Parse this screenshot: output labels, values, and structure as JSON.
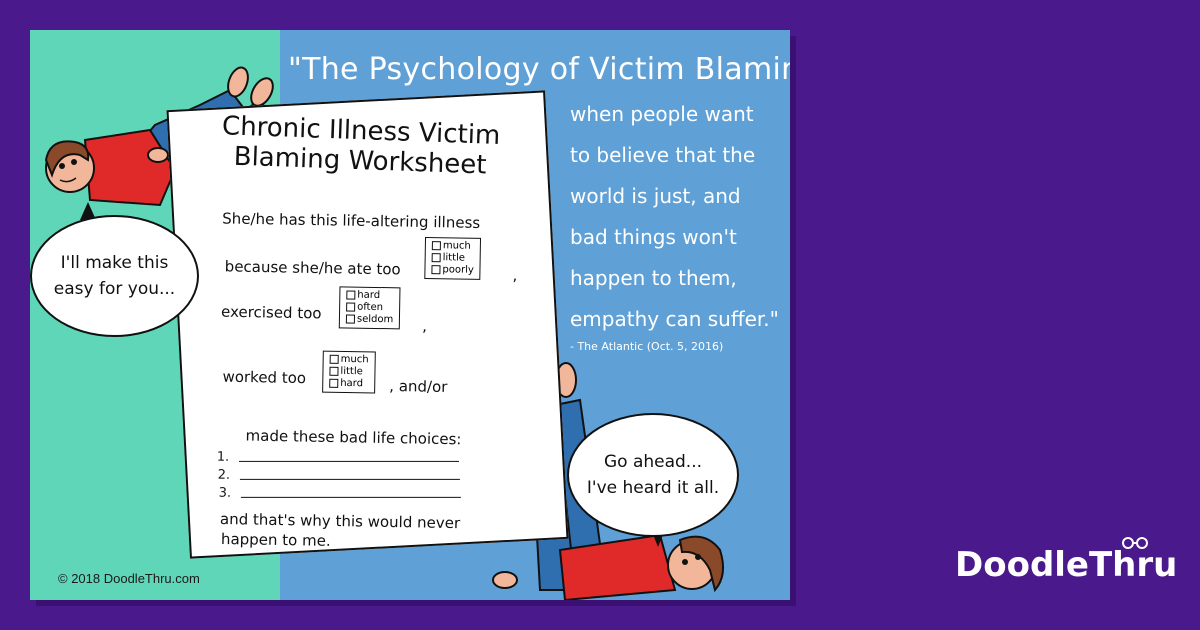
{
  "quote": {
    "title": "\"The Psychology of Victim Blaming:",
    "lines": [
      "when people want",
      "to believe that the",
      "world is just, and",
      "bad things won't",
      "happen to them,",
      "empathy can suffer.\""
    ],
    "attribution": "- The Atlantic (Oct. 5, 2016)"
  },
  "worksheet": {
    "title_line1": "Chronic Illness Victim",
    "title_line2": "Blaming Worksheet",
    "line1": "She/he has this life-altering illness",
    "line2": "because she/he ate too",
    "line3": "exercised too",
    "line4": "worked too",
    "line4_suffix": ", and/or",
    "line5": "made these bad life choices:",
    "ate_options": [
      "much",
      "little",
      "poorly"
    ],
    "exercise_options": [
      "hard",
      "often",
      "seldom"
    ],
    "work_options": [
      "much",
      "little",
      "hard"
    ],
    "numbers": [
      "1.",
      "2.",
      "3."
    ],
    "closing_line1": "and that's why this would never",
    "closing_line2": "happen to me.",
    "comma": ","
  },
  "bubbles": {
    "left_line1": "I'll make this",
    "left_line2": "easy for you...",
    "right_line1": "Go ahead...",
    "right_line2": "I've heard it all."
  },
  "copyright": "© 2018 DoodleThru.com",
  "logo": "DoodleThru",
  "colors": {
    "background": "#4a1a8c",
    "teal": "#5fd6b8",
    "blue": "#5fa0d6",
    "shirt": "#e02a2a",
    "pants": "#2f6fb0"
  }
}
